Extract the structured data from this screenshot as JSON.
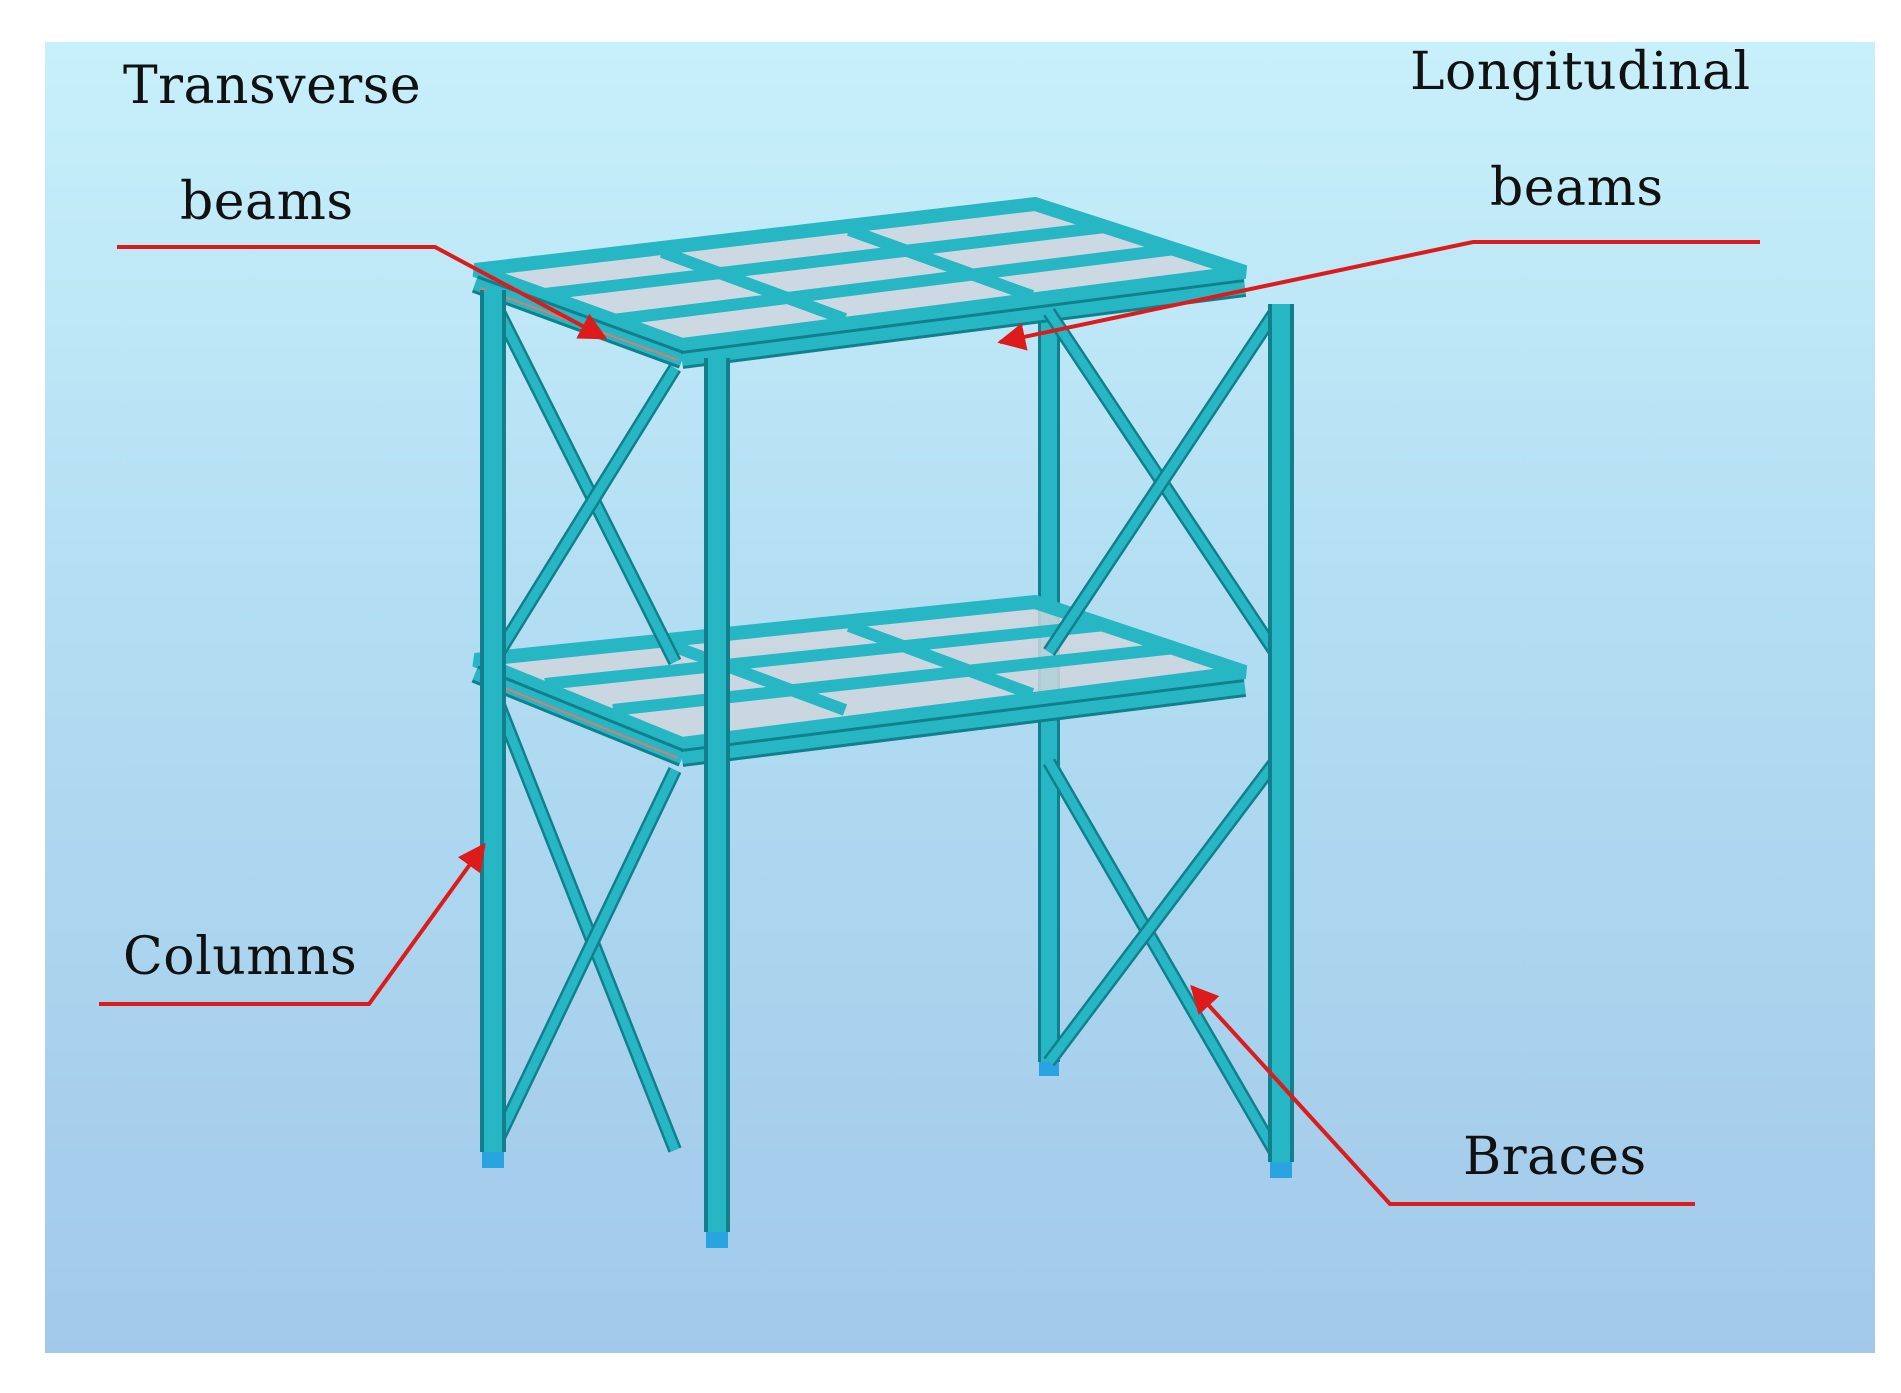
{
  "labels": {
    "transverse_line1": "Transverse",
    "transverse_line2": "beams",
    "longitudinal_line1": "Longitudinal",
    "longitudinal_line2": "beams",
    "columns": "Columns",
    "braces": "Braces"
  },
  "colors": {
    "background_top": "#c8f0fb",
    "background_bottom": "#a2c9ea",
    "frame_member": "#27b7c4",
    "frame_edge": "#127f8c",
    "deck_panel": "#cfd6de",
    "annotation": "#dd1b1b",
    "support": "#2aa4e0"
  },
  "icons": {
    "callout_arrow": "arrow-icon",
    "column_support": "support-base-icon"
  }
}
